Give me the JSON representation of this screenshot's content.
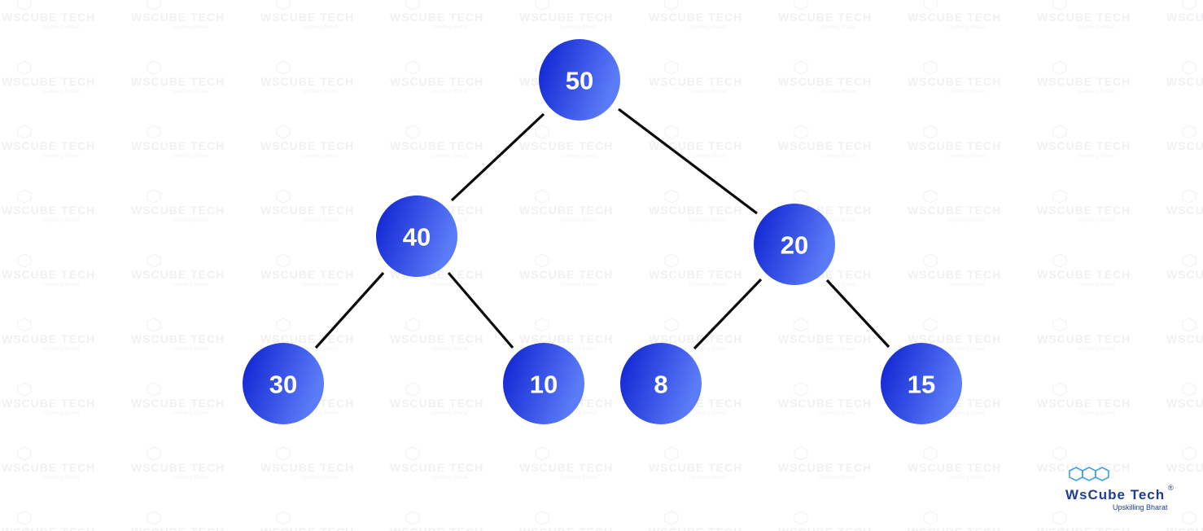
{
  "diagram": {
    "type": "binary-tree",
    "nodes": [
      {
        "id": "n50",
        "label": "50"
      },
      {
        "id": "n40",
        "label": "40"
      },
      {
        "id": "n20",
        "label": "20"
      },
      {
        "id": "n30",
        "label": "30"
      },
      {
        "id": "n10",
        "label": "10"
      },
      {
        "id": "n8",
        "label": "8"
      },
      {
        "id": "n15",
        "label": "15"
      }
    ],
    "edges": [
      {
        "from": "n50",
        "to": "n40"
      },
      {
        "from": "n50",
        "to": "n20"
      },
      {
        "from": "n40",
        "to": "n30"
      },
      {
        "from": "n40",
        "to": "n10"
      },
      {
        "from": "n20",
        "to": "n8"
      },
      {
        "from": "n20",
        "to": "n15"
      }
    ]
  },
  "logo": {
    "name": "WsCube Tech",
    "tagline": "Upskilling Bharat",
    "registered": "®"
  },
  "colors": {
    "node_dark": "#0b1fd0",
    "node_light": "#5b7cf8",
    "edge": "#0a0a0a",
    "node_text": "#ffffff",
    "logo": "#1e3f8f",
    "watermark": "#f1f1f4"
  }
}
